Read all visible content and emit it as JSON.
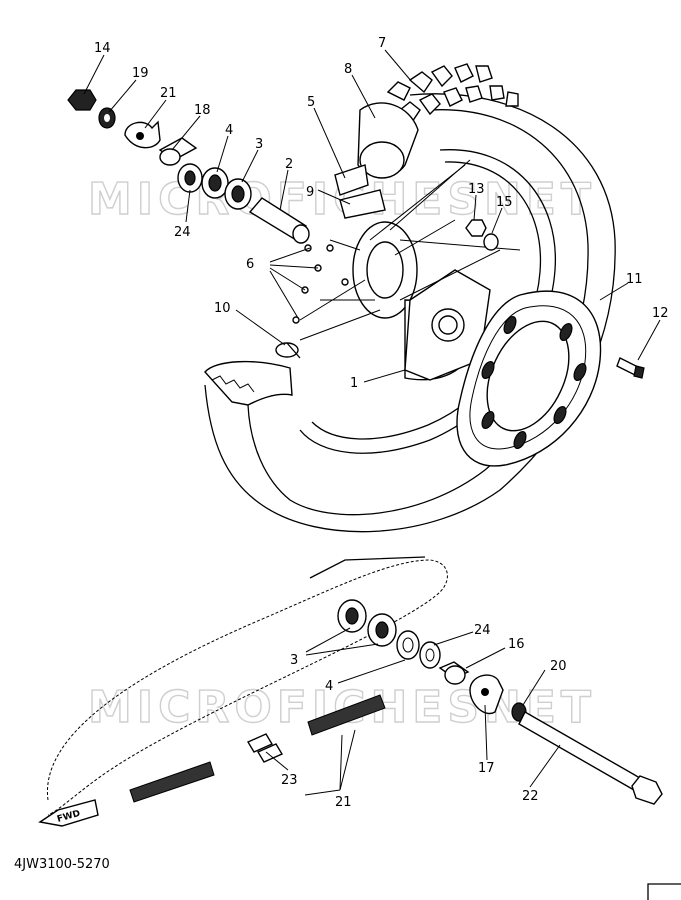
{
  "watermark": "MICROFICHESNET",
  "diagram_code": "4JW3100-5270",
  "fwd_label": "FWD",
  "parts": [
    {
      "id": "p1",
      "number": "1"
    },
    {
      "id": "p2",
      "number": "2"
    },
    {
      "id": "p3a",
      "number": "3"
    },
    {
      "id": "p3b",
      "number": "3"
    },
    {
      "id": "p4a",
      "number": "4"
    },
    {
      "id": "p4b",
      "number": "4"
    },
    {
      "id": "p5",
      "number": "5"
    },
    {
      "id": "p6",
      "number": "6"
    },
    {
      "id": "p7",
      "number": "7"
    },
    {
      "id": "p8",
      "number": "8"
    },
    {
      "id": "p9",
      "number": "9"
    },
    {
      "id": "p10",
      "number": "10"
    },
    {
      "id": "p11",
      "number": "11"
    },
    {
      "id": "p12",
      "number": "12"
    },
    {
      "id": "p13",
      "number": "13"
    },
    {
      "id": "p14",
      "number": "14"
    },
    {
      "id": "p15",
      "number": "15"
    },
    {
      "id": "p16",
      "number": "16"
    },
    {
      "id": "p17",
      "number": "17"
    },
    {
      "id": "p18",
      "number": "18"
    },
    {
      "id": "p19",
      "number": "19"
    },
    {
      "id": "p20",
      "number": "20"
    },
    {
      "id": "p21a",
      "number": "21"
    },
    {
      "id": "p21b",
      "number": "21"
    },
    {
      "id": "p22",
      "number": "22"
    },
    {
      "id": "p23",
      "number": "23"
    },
    {
      "id": "p24a",
      "number": "24"
    },
    {
      "id": "p24b",
      "number": "24"
    }
  ]
}
